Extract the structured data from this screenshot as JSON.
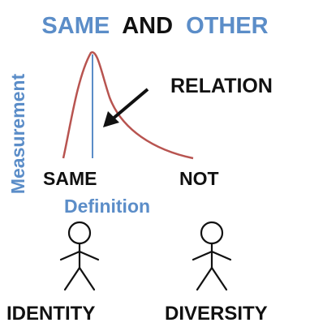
{
  "title": {
    "part1": "SAME",
    "part2": "AND",
    "part3": "OTHER"
  },
  "axis": {
    "y_label": "Measurement",
    "x_label": "Definition"
  },
  "labels": {
    "relation": "RELATION",
    "same": "SAME",
    "not": "NOT",
    "identity": "IDENTITY",
    "diversity": "DIVERSITY"
  },
  "colors": {
    "blue": "#5B8DC8",
    "black": "#111111",
    "curve": "#B85450",
    "marker": "#5B8DC8"
  }
}
